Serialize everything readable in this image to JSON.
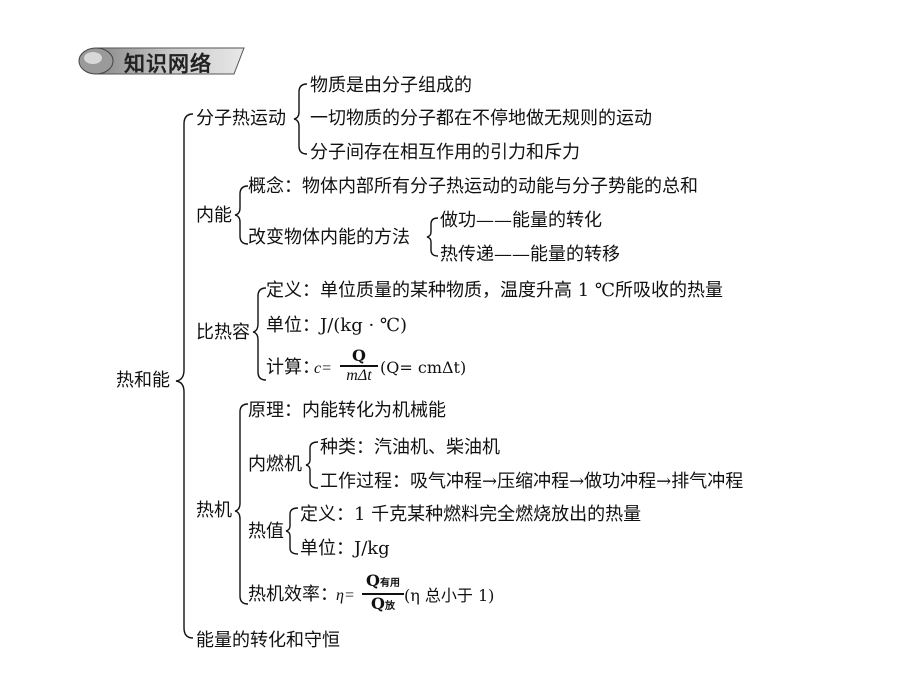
{
  "header": {
    "title": "知识网络"
  },
  "root": "热和能",
  "molecular": {
    "label": "分子热运动",
    "items": [
      "物质是由分子组成的",
      "一切物质的分子都在不停地做无规则的运动",
      "分子间存在相互作用的引力和斥力"
    ]
  },
  "internal_energy": {
    "label": "内能",
    "concept": "概念：物体内部所有分子热运动的动能与分子势能的总和",
    "methods_label": "改变物体内能的方法",
    "methods": [
      "做功——能量的转化",
      "热传递——能量的转移"
    ]
  },
  "specific_heat": {
    "label": "比热容",
    "definition": "定义：单位质量的某种物质，温度升高 1 ℃所吸收的热量",
    "unit": "单位：J/(kg · ℃)",
    "calc_label": "计算：",
    "calc_lhs": "c=",
    "calc_num": "Q",
    "calc_den": "mΔt",
    "calc_alt": "(Q= cmΔt)"
  },
  "heat_engine": {
    "label": "热机",
    "principle": "原理：内能转化为机械能",
    "ice_label": "内燃机",
    "ice_types": "种类：汽油机、柴油机",
    "ice_process": "工作过程：吸气冲程→压缩冲程→做功冲程→排气冲程",
    "heat_value_label": "热值",
    "heat_value_definition": "定义：1 千克某种燃料完全燃烧放出的热量",
    "heat_value_unit": "单位：J/kg",
    "efficiency_label": "热机效率：",
    "efficiency_lhs": "η=",
    "efficiency_num": "Q",
    "efficiency_num_sub": "有用",
    "efficiency_den": "Q",
    "efficiency_den_sub": "放",
    "efficiency_note": "(η 总小于 1)"
  },
  "conservation": "能量的转化和守恒"
}
